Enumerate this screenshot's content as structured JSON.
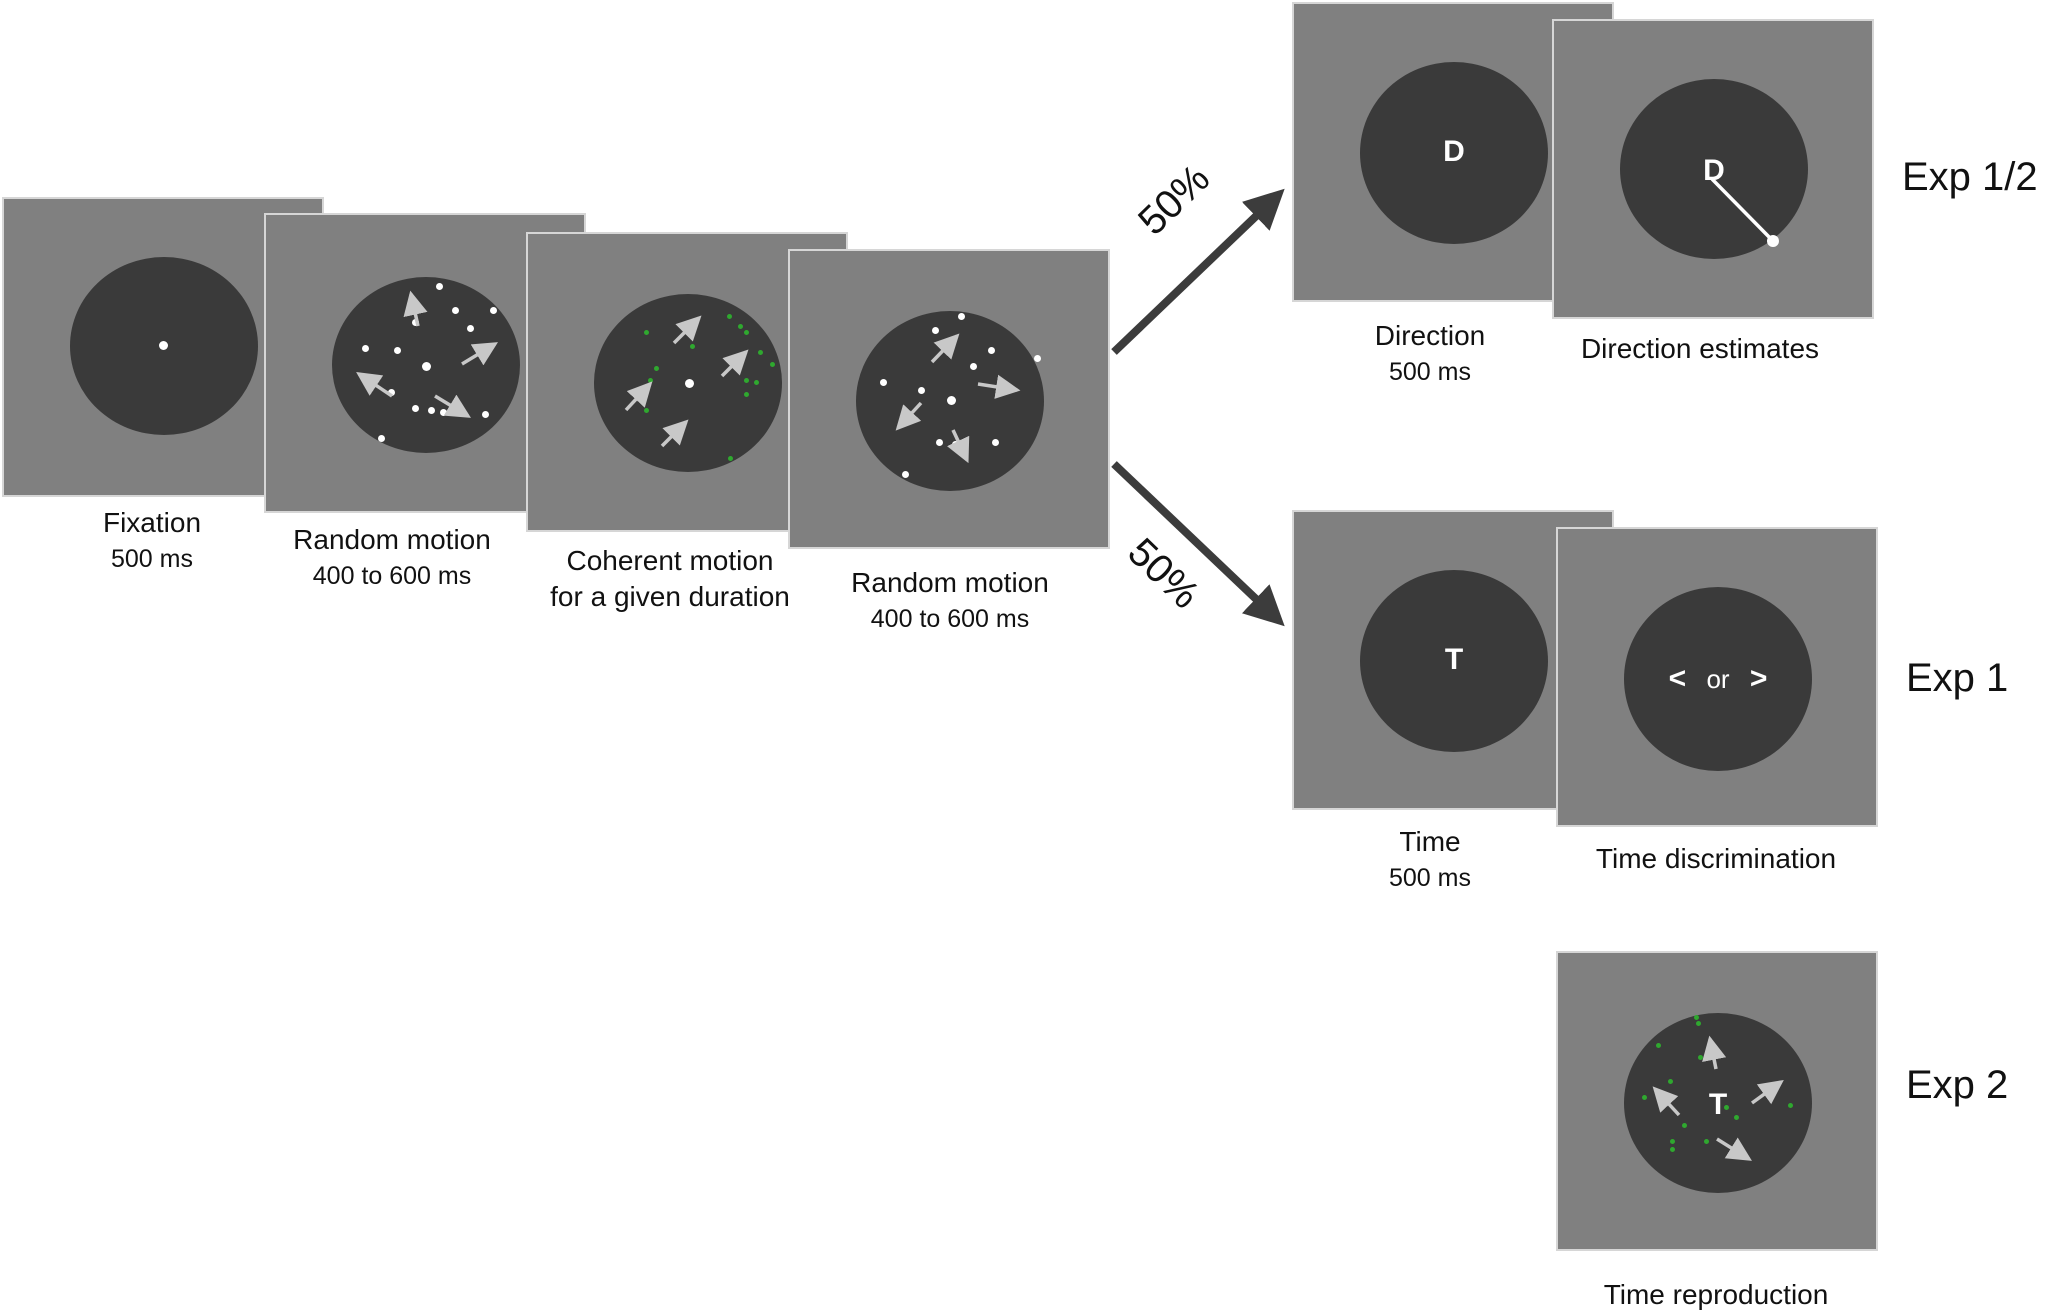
{
  "frames": {
    "fixation": {
      "title": "Fixation",
      "duration": "500 ms"
    },
    "random_motion_1": {
      "title": "Random motion",
      "duration": "400 to 600 ms"
    },
    "coherent_motion": {
      "line1": "Coherent motion",
      "line2": "for a given duration"
    },
    "random_motion_2": {
      "title": "Random motion",
      "duration": "400 to 600 ms"
    },
    "direction": {
      "title": "Direction",
      "duration": "500 ms",
      "cue_letter": "D"
    },
    "direction_estimates": {
      "title": "Direction estimates",
      "cue_letter": "D"
    },
    "time": {
      "title": "Time",
      "duration": "500 ms",
      "cue_letter": "T"
    },
    "time_discrimination": {
      "title": "Time discrimination",
      "left_symbol": "<",
      "or_text": "or",
      "right_symbol": ">"
    },
    "time_reproduction": {
      "title": "Time reproduction",
      "cue_letter": "T"
    }
  },
  "branches": {
    "upper_probability": "50%",
    "lower_probability": "50%"
  },
  "experiments": {
    "exp_1_2": "Exp 1/2",
    "exp_1": "Exp 1",
    "exp_2": "Exp 2"
  },
  "colors": {
    "screen_gray": "#808080",
    "disk_dark": "#3a3a3a",
    "dot_white": "#ffffff",
    "coherent_green": "#2fa82f",
    "flow_arrow": "#3c3c3c",
    "motion_arrow": "#c8c8c8"
  }
}
